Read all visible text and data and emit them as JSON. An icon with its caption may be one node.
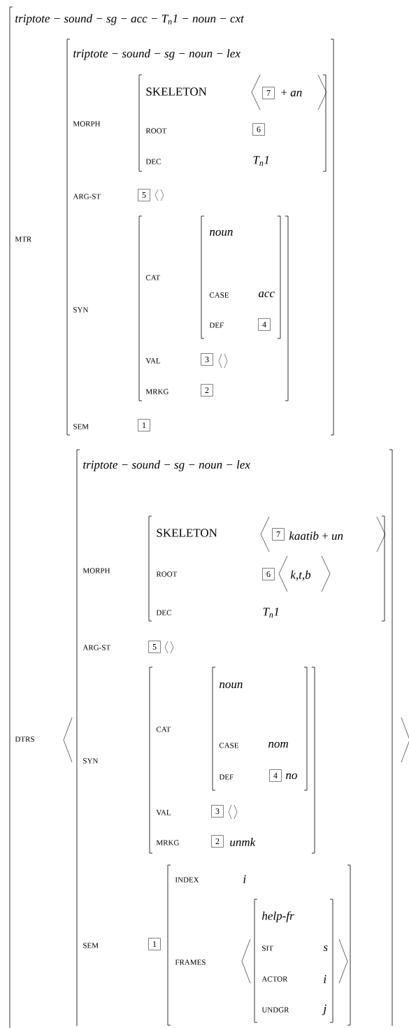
{
  "diagram": {
    "nodes": [
      {
        "text": [
          "triptote − sound − sg − acc − T$_{n}$1 − noun − cxt",
          "MTR",
          "DTRS"
        ]
      },
      {
        "text": [
          "triptote − sound − sg − noun − lex",
          "MORPH",
          "ARG-ST",
          "SYN",
          "SEM"
        ],
        "in": 0
      },
      {
        "text": [
          "SKELETON",
          "+ *an*",
          "ROOT",
          "DEC",
          "T$_{n}$1"
        ],
        "in": 1
      },
      {
        "text": [
          "7"
        ],
        "in": 2
      },
      {
        "text": [
          "6"
        ],
        "in": 2
      },
      {
        "text": [
          "5"
        ],
        "in": 1
      },
      {
        "text": [
          "CAT",
          "VAL",
          "MRKG"
        ],
        "in": 1
      },
      {
        "text": [
          "noun",
          "CASE",
          "acc",
          "DEF"
        ],
        "in": 6
      },
      {
        "text": [
          "4"
        ],
        "in": 7
      },
      {
        "text": [
          "3"
        ],
        "in": 6
      },
      {
        "text": [
          "2"
        ],
        "in": 6
      },
      {
        "text": [
          "1"
        ],
        "in": 1
      },
      {
        "text": [
          "triptote − sound − sg − noun − lex",
          "MORPH",
          "ARG-ST",
          "SYN",
          "SEM"
        ],
        "in": 0
      },
      {
        "text": [
          "SKELETON",
          "*kaatib* + *un*",
          "ROOT",
          "k,t,b",
          "DEC",
          "T$_{n}$1"
        ],
        "in": 12
      },
      {
        "text": [
          "7"
        ],
        "in": 13
      },
      {
        "text": [
          "6"
        ],
        "in": 13
      },
      {
        "text": [
          "5"
        ],
        "in": 12
      },
      {
        "text": [
          "CAT",
          "VAL",
          "MRKG",
          "*unmk*"
        ],
        "in": 12
      },
      {
        "text": [
          "noun",
          "CASE",
          "nom",
          "DEF",
          "no"
        ],
        "in": 17
      },
      {
        "text": [
          "4"
        ],
        "in": 18
      },
      {
        "text": [
          "3"
        ],
        "in": 17
      },
      {
        "text": [
          "2"
        ],
        "in": 17
      },
      {
        "text": [
          "1"
        ],
        "in": 12
      },
      {
        "text": [
          "INDEX",
          "i",
          "FRAMES"
        ],
        "in": 12
      },
      {
        "text": [
          "help-fr",
          "SIT",
          "s",
          "ACTOR",
          "i",
          "UNDGR",
          "j"
        ],
        "in": 23
      }
    ]
  }
}
